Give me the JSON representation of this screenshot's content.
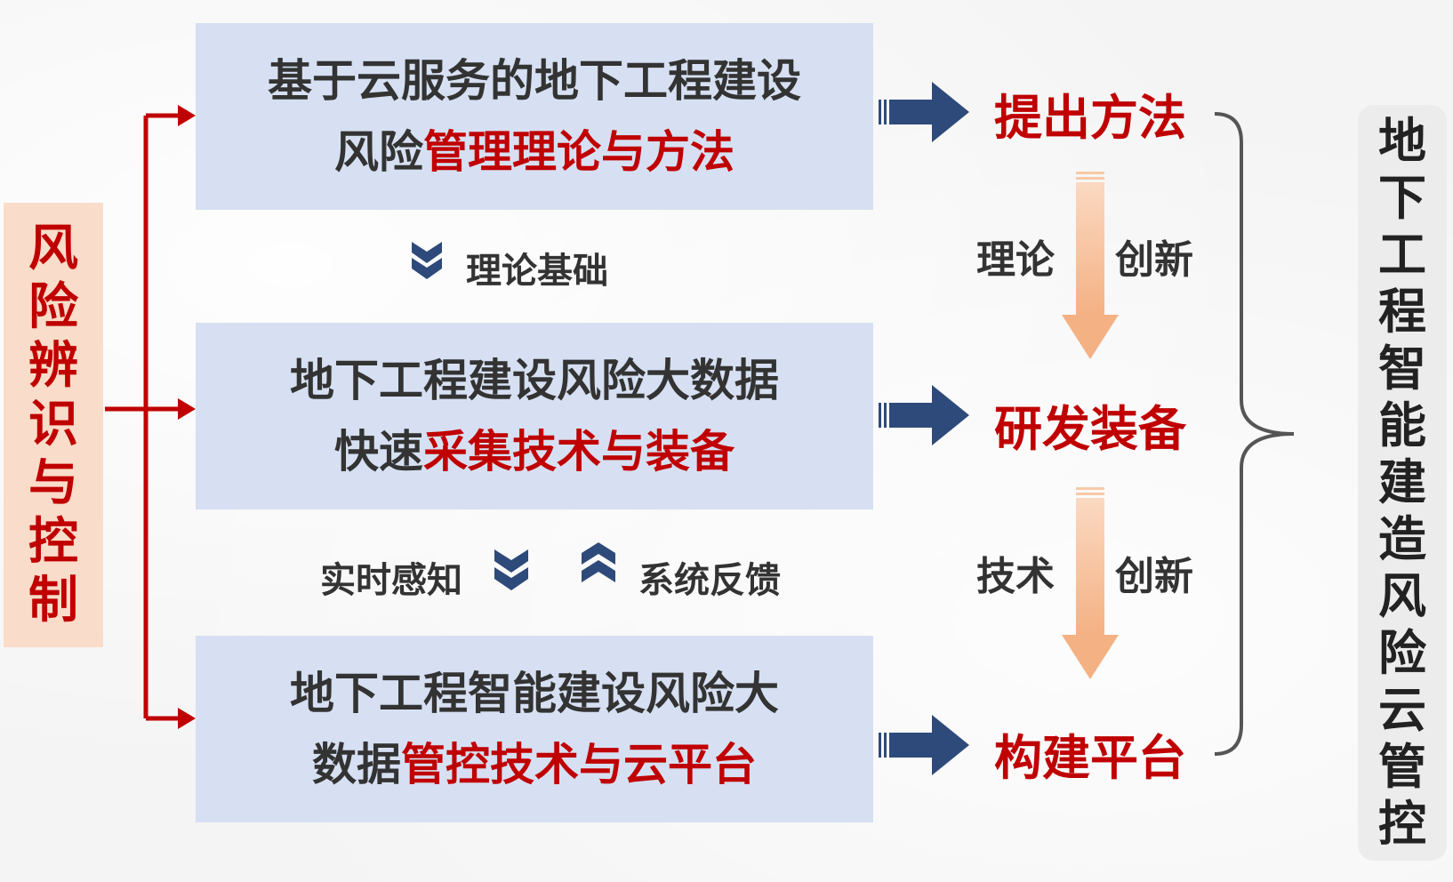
{
  "left_label": "风险辨识与控制",
  "right_label": "地下工程智能建造风险云管控",
  "boxes": [
    {
      "line1": "基于云服务的地下工程建设",
      "line2_plain": "风险",
      "line2_red": "管理理论与方法"
    },
    {
      "line1": "地下工程建设风险大数据",
      "line2_plain": "快速",
      "line2_red": "采集技术与装备"
    },
    {
      "line1": "地下工程智能建设风险大",
      "line2_plain": "数据",
      "line2_red": "管控技术与云平台"
    }
  ],
  "between": {
    "theory_basis": "理论基础",
    "realtime_sensing": "实时感知",
    "system_feedback": "系统反馈"
  },
  "results": [
    "提出方法",
    "研发装备",
    "构建平台"
  ],
  "innovations": [
    {
      "left": "理论",
      "right": "创新"
    },
    {
      "left": "技术",
      "right": "创新"
    }
  ],
  "colors": {
    "box_fill": "#d6e0f2",
    "accent_red": "#c00000",
    "arrow_blue": "#2e4a7a",
    "arrow_peach": "#f4b183",
    "left_label_fill": "#f9dcc9"
  }
}
